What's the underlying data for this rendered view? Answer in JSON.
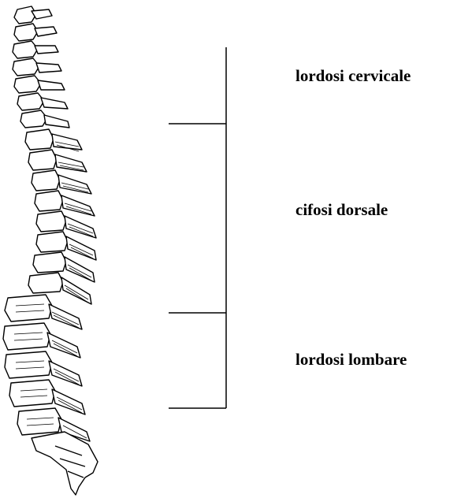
{
  "diagram": {
    "labels": {
      "cervical": "lordosi cervicale",
      "dorsal": "cifosi dorsale",
      "lumbar": "lordosi lombare"
    },
    "illustration": "spine-lateral-view",
    "line_color": "#000000",
    "background": "#ffffff"
  }
}
